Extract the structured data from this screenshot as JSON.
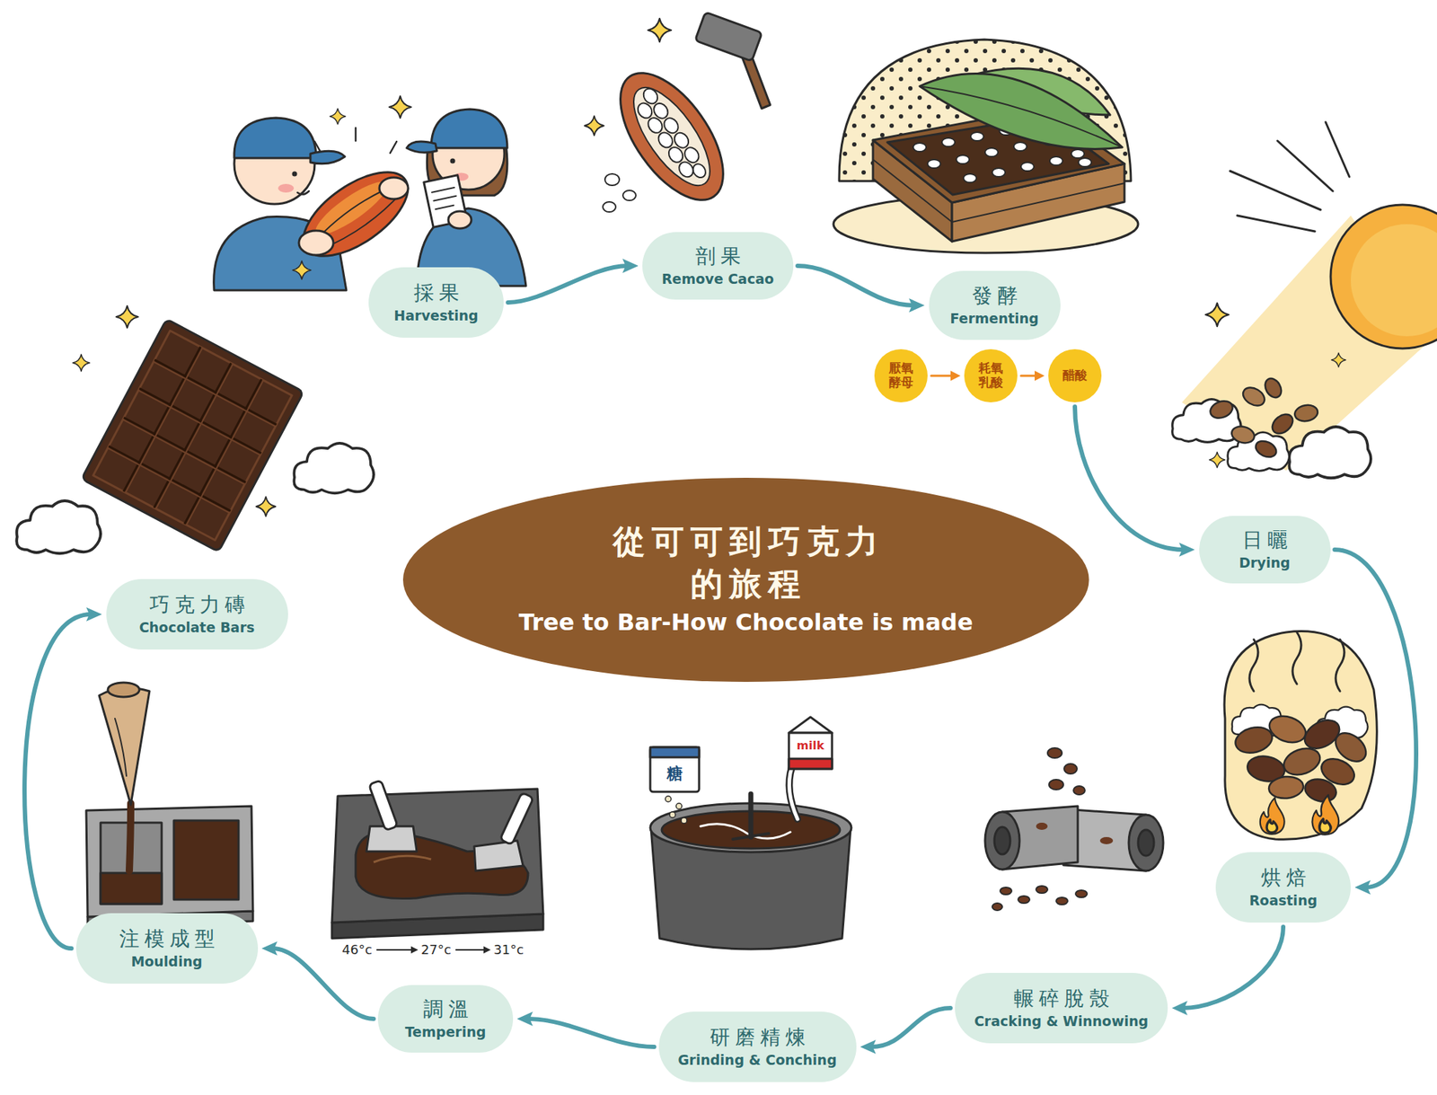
{
  "diagram": {
    "nodes": [
      {
        "text": [
          "從可可到巧克力的旅程",
          "Tree to Bar-How Chocolate is made"
        ]
      },
      {
        "text": [
          "採果",
          "Harvesting"
        ]
      },
      {
        "text": [
          "剖果",
          "Remove Cacao"
        ]
      },
      {
        "text": [
          "發酵",
          "Fermenting"
        ]
      },
      {
        "text": [
          "厭氧酵母"
        ]
      },
      {
        "text": [
          "耗氧乳酸"
        ]
      },
      {
        "text": [
          "醋酸"
        ]
      },
      {
        "text": [
          "日曬",
          "Drying"
        ]
      },
      {
        "text": [
          "烘焙",
          "Roasting"
        ]
      },
      {
        "text": [
          "輾碎脫殼",
          "Cracking & Winnowing"
        ]
      },
      {
        "text": [
          "研磨精煉",
          "Grinding & Conching"
        ]
      },
      {
        "text": [
          "調溫",
          "Tempering"
        ]
      },
      {
        "text": [
          "注模成型",
          "Moulding"
        ]
      },
      {
        "text": [
          "巧克力磚",
          "Chocolate Bars"
        ]
      }
    ],
    "edges": [
      {
        "from": 1,
        "to": 2,
        "arrow": "to"
      },
      {
        "from": 2,
        "to": 3,
        "arrow": "to"
      },
      {
        "from": 4,
        "to": 5,
        "arrow": "to"
      },
      {
        "from": 5,
        "to": 6,
        "arrow": "to"
      },
      {
        "from": 6,
        "to": 7,
        "arrow": "to"
      },
      {
        "from": 7,
        "to": 8,
        "arrow": "to"
      },
      {
        "from": 8,
        "to": 9,
        "arrow": "to"
      },
      {
        "from": 9,
        "to": 10,
        "arrow": "to"
      },
      {
        "from": 10,
        "to": 11,
        "arrow": "to"
      },
      {
        "from": 11,
        "to": 12,
        "arrow": "to"
      },
      {
        "from": 12,
        "to": 13,
        "arrow": "to"
      }
    ],
    "labels": [
      "糖",
      "milk",
      "46°c",
      "27°c",
      "31°c"
    ]
  }
}
